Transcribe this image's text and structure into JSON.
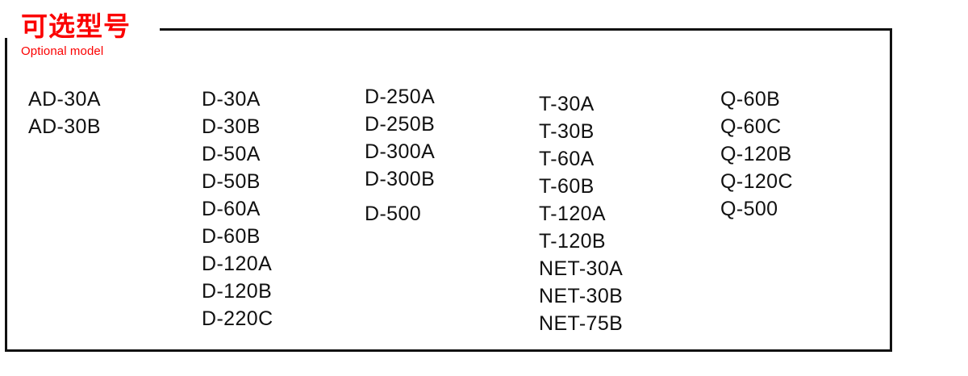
{
  "panel": {
    "heading_cn": "可选型号",
    "heading_en": "Optional model",
    "accent_color": "#fb0000",
    "border_color": "#111111"
  },
  "columns": [
    {
      "name": "ad-series",
      "items": [
        {
          "label": "AD-30A"
        },
        {
          "label": "AD-30B"
        }
      ]
    },
    {
      "name": "d-series-low",
      "items": [
        {
          "label": "D-30A"
        },
        {
          "label": "D-30B"
        },
        {
          "label": "D-50A"
        },
        {
          "label": "D-50B"
        },
        {
          "label": "D-60A"
        },
        {
          "label": "D-60B"
        },
        {
          "label": "D-120A"
        },
        {
          "label": "D-120B"
        },
        {
          "label": "D-220C"
        }
      ]
    },
    {
      "name": "d-series-high",
      "items": [
        {
          "label": "D-250A"
        },
        {
          "label": "D-250B"
        },
        {
          "label": "D-300A"
        },
        {
          "label": "D-300B"
        },
        {
          "label": "D-500",
          "spaced": true
        }
      ]
    },
    {
      "name": "t-and-net-series",
      "items": [
        {
          "label": "T-30A"
        },
        {
          "label": "T-30B"
        },
        {
          "label": "T-60A"
        },
        {
          "label": "T-60B"
        },
        {
          "label": "T-120A"
        },
        {
          "label": "T-120B"
        },
        {
          "label": "NET-30A"
        },
        {
          "label": "NET-30B"
        },
        {
          "label": "NET-75B"
        }
      ]
    },
    {
      "name": "q-series",
      "items": [
        {
          "label": "Q-60B"
        },
        {
          "label": "Q-60C"
        },
        {
          "label": "Q-120B"
        },
        {
          "label": "Q-120C"
        },
        {
          "label": "Q-500"
        }
      ]
    }
  ]
}
